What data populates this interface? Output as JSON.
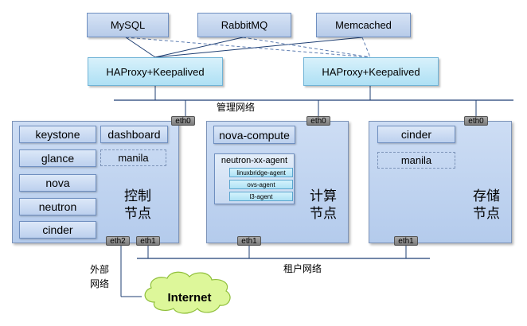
{
  "databases": [
    {
      "label": "MySQL"
    },
    {
      "label": "RabbitMQ"
    },
    {
      "label": "Memcached"
    }
  ],
  "haproxy": [
    {
      "label": "HAProxy+Keepalived"
    },
    {
      "label": "HAProxy+Keepalived"
    }
  ],
  "networks": {
    "management": "管理网络",
    "tenant": "租户网络",
    "external": "外部\n网络"
  },
  "nodes": {
    "control": {
      "title_line1": "控制",
      "title_line2": "节点",
      "eth0": "eth0",
      "eth1": "eth1",
      "eth2": "eth2",
      "services": [
        "keystone",
        "glance",
        "nova",
        "neutron",
        "cinder"
      ],
      "dashboard": "dashboard",
      "manila": "manila"
    },
    "compute": {
      "title_line1": "计算",
      "title_line2": "节点",
      "eth0": "eth0",
      "eth1": "eth1",
      "nova_compute": "nova-compute",
      "neutron_agent": "neutron-xx-agent",
      "agents": [
        "linuxbridge-agent",
        "ovs-agent",
        "l3-agent"
      ]
    },
    "storage": {
      "title_line1": "存储",
      "title_line2": "节点",
      "eth0": "eth0",
      "eth1": "eth1",
      "cinder": "cinder",
      "manila": "manila"
    }
  },
  "internet": "Internet",
  "colors": {
    "line": "#1f3f73",
    "dashed": "#5b7bb0",
    "cloud_fill": "#ddf79a",
    "cloud_stroke": "#8fbf3a"
  }
}
